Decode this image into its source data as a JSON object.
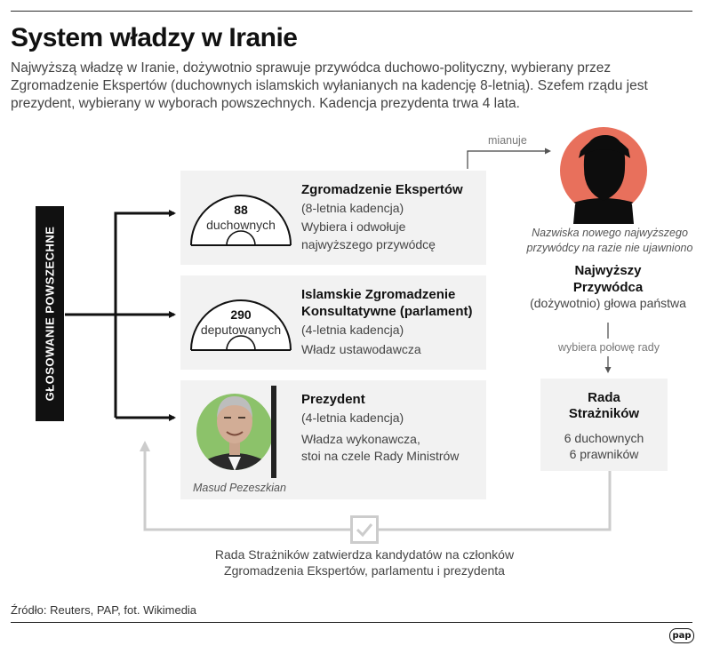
{
  "title": "System władzy w Iranie",
  "subtitle": "Najwyższą władzę w Iranie, dożywotnio sprawuje przywódca duchowo-polityczny, wybierany przez Zgromadzenie Ekspertów (duchownych islamskich wyłanianych na kadencję 8-letnią). Szefem rządu jest prezydent, wybierany w wyborach powszechnych. Kadencja prezydenta trwa 4 lata.",
  "vote_label": "GŁOSOWANIE POWSZECHNE",
  "assembly": {
    "seats": "88",
    "seats_label": "duchownych",
    "name": "Zgromadzenie Ekspertów",
    "term": "(8-letnia kadencja)",
    "desc1": "Wybiera i odwołuje",
    "desc2": "najwyższego przywódcę"
  },
  "parliament": {
    "seats": "290",
    "seats_label": "deputowanych",
    "name1": "Islamskie Zgromadzenie",
    "name2": "Konsultatywne (parlament)",
    "term": "(4-letnia kadencja)",
    "desc": "Władz ustawodawcza"
  },
  "president": {
    "name": "Prezydent",
    "term": "(4-letnia kadencja)",
    "desc1": "Władza wykonawcza,",
    "desc2": "stoi na czele Rady Ministrów",
    "photo_caption": "Masud Pezeszkian"
  },
  "appoints_label": "mianuje",
  "leader": {
    "note1": "Nazwiska nowego najwyższego",
    "note2": "przywódcy na razie nie ujawniono",
    "title1": "Najwyższy",
    "title2": "Przywódca",
    "desc": "(dożywotnio) głowa państwa"
  },
  "elects_half_label": "wybiera połowę rady",
  "council": {
    "title1": "Rada",
    "title2": "Strażników",
    "line1": "6 duchownych",
    "line2": "6 prawników"
  },
  "approval": {
    "line1": "Rada Strażników zatwierdza kandydatów na członków",
    "line2": "Zgromadzenia Ekspertów, parlamentu i prezydenta"
  },
  "source": "Źródło: Reuters, PAP, fot. Wikimedia",
  "logo": "pap",
  "colors": {
    "leader_circle": "#e8705c",
    "president_circle": "#8cc26a",
    "card_bg": "#f2f2f2",
    "gray_line": "#cccccc"
  }
}
